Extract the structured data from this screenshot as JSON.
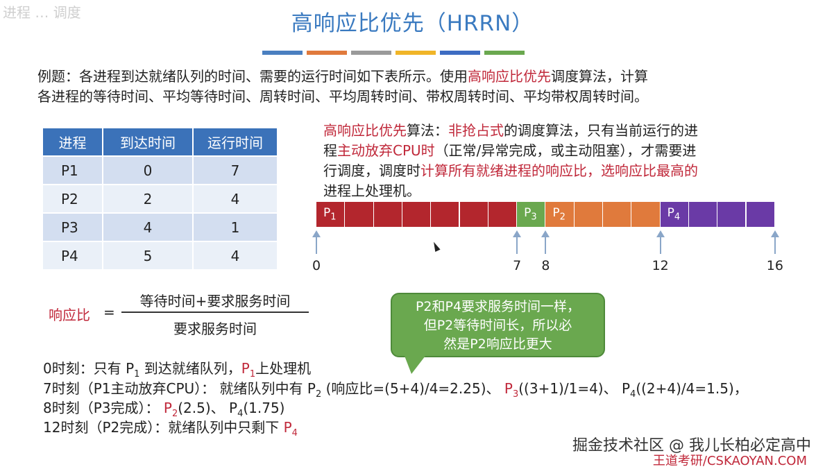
{
  "watermark_top": "进程 … 调度",
  "title": "高响应比优先（HRRN）",
  "title_bar_colors": [
    "#4a7fc0",
    "#e07a3c",
    "#9a9a9a",
    "#f0b528",
    "#3d6cc2",
    "#6aa84f"
  ],
  "intro": {
    "p1": "例题：各进程到达就绪队列的时间、需要的运行时间如下表所示。使用",
    "p1_red": "高响应比优先",
    "p2": "调度算法，计算",
    "line2": "各进程的等待时间、平均等待时间、周转时间、平均周转时间、带权周转时间、平均带权周转时间。"
  },
  "table": {
    "headers": [
      "进程",
      "到达时间",
      "运行时间"
    ],
    "rows": [
      [
        "P1",
        "0",
        "7"
      ],
      [
        "P2",
        "2",
        "4"
      ],
      [
        "P3",
        "4",
        "1"
      ],
      [
        "P4",
        "5",
        "4"
      ]
    ]
  },
  "algo": {
    "a1": "高响应比优先",
    "a2": "算法：",
    "a3": "非抢占式",
    "a4": "的调度算法，只有当前运行的进",
    "b1": "程",
    "b2": "主动放弃CPU时",
    "b3": "（正常/异常完成，或主动阻塞），才需要进",
    "c1": "行调度，调度时",
    "c2": "计算所有就绪进程的响应比，选响应比最高的",
    "d1": "进程上处理机。"
  },
  "gantt": {
    "segments": [
      {
        "name": "P",
        "sub": "1",
        "start": 0,
        "end": 7,
        "color": "#b3262d"
      },
      {
        "name": "P",
        "sub": "3",
        "start": 7,
        "end": 8,
        "color": "#6aa84f"
      },
      {
        "name": "P",
        "sub": "2",
        "start": 8,
        "end": 12,
        "color": "#e07a3c"
      },
      {
        "name": "P",
        "sub": "4",
        "start": 12,
        "end": 16,
        "color": "#6a3aa6"
      }
    ],
    "ticks": [
      "0",
      "7",
      "8",
      "12",
      "16"
    ]
  },
  "ratio": {
    "label": "响应比",
    "eq": "=",
    "numerator": "等待时间+要求服务时间",
    "denominator": "要求服务时间"
  },
  "bubble": {
    "l1": "P2和P4要求服务时间一样，",
    "l2": "但P2等待时间长，所以必",
    "l3": "然是P2响应比更大"
  },
  "steps": {
    "s0a": "0时刻：只有 P",
    "s0b": "1",
    "s0c": " 到达就绪队列，",
    "s0d": "P",
    "s0e": "1",
    "s0f": "上处理机",
    "s7a": "7时刻（P1主动放弃CPU）： 就绪队列中有 P",
    "s7b": "2",
    "s7c": " (响应比=(5+4)/4=2.25)、 ",
    "s7d": "P",
    "s7e": "3",
    "s7f": "((3+1)/1=4)",
    "s7g": "、 P",
    "s7h": "4",
    "s7i": "((2+4)/4=1.5)，",
    "s8a": "8时刻（P3完成）： ",
    "s8b": "P",
    "s8c": "2",
    "s8d": "(2.5)",
    "s8e": "、 P",
    "s8f": "4",
    "s8g": "(1.75)",
    "s12a": "12时刻（P2完成）：就绪队列中只剩下 ",
    "s12b": "P",
    "s12c": "4"
  },
  "watermarks": {
    "juejin": "掘金技术社区 @ 我儿长柏必定高中",
    "wangdao": "王道考研/CSKAOYAN.COM"
  }
}
